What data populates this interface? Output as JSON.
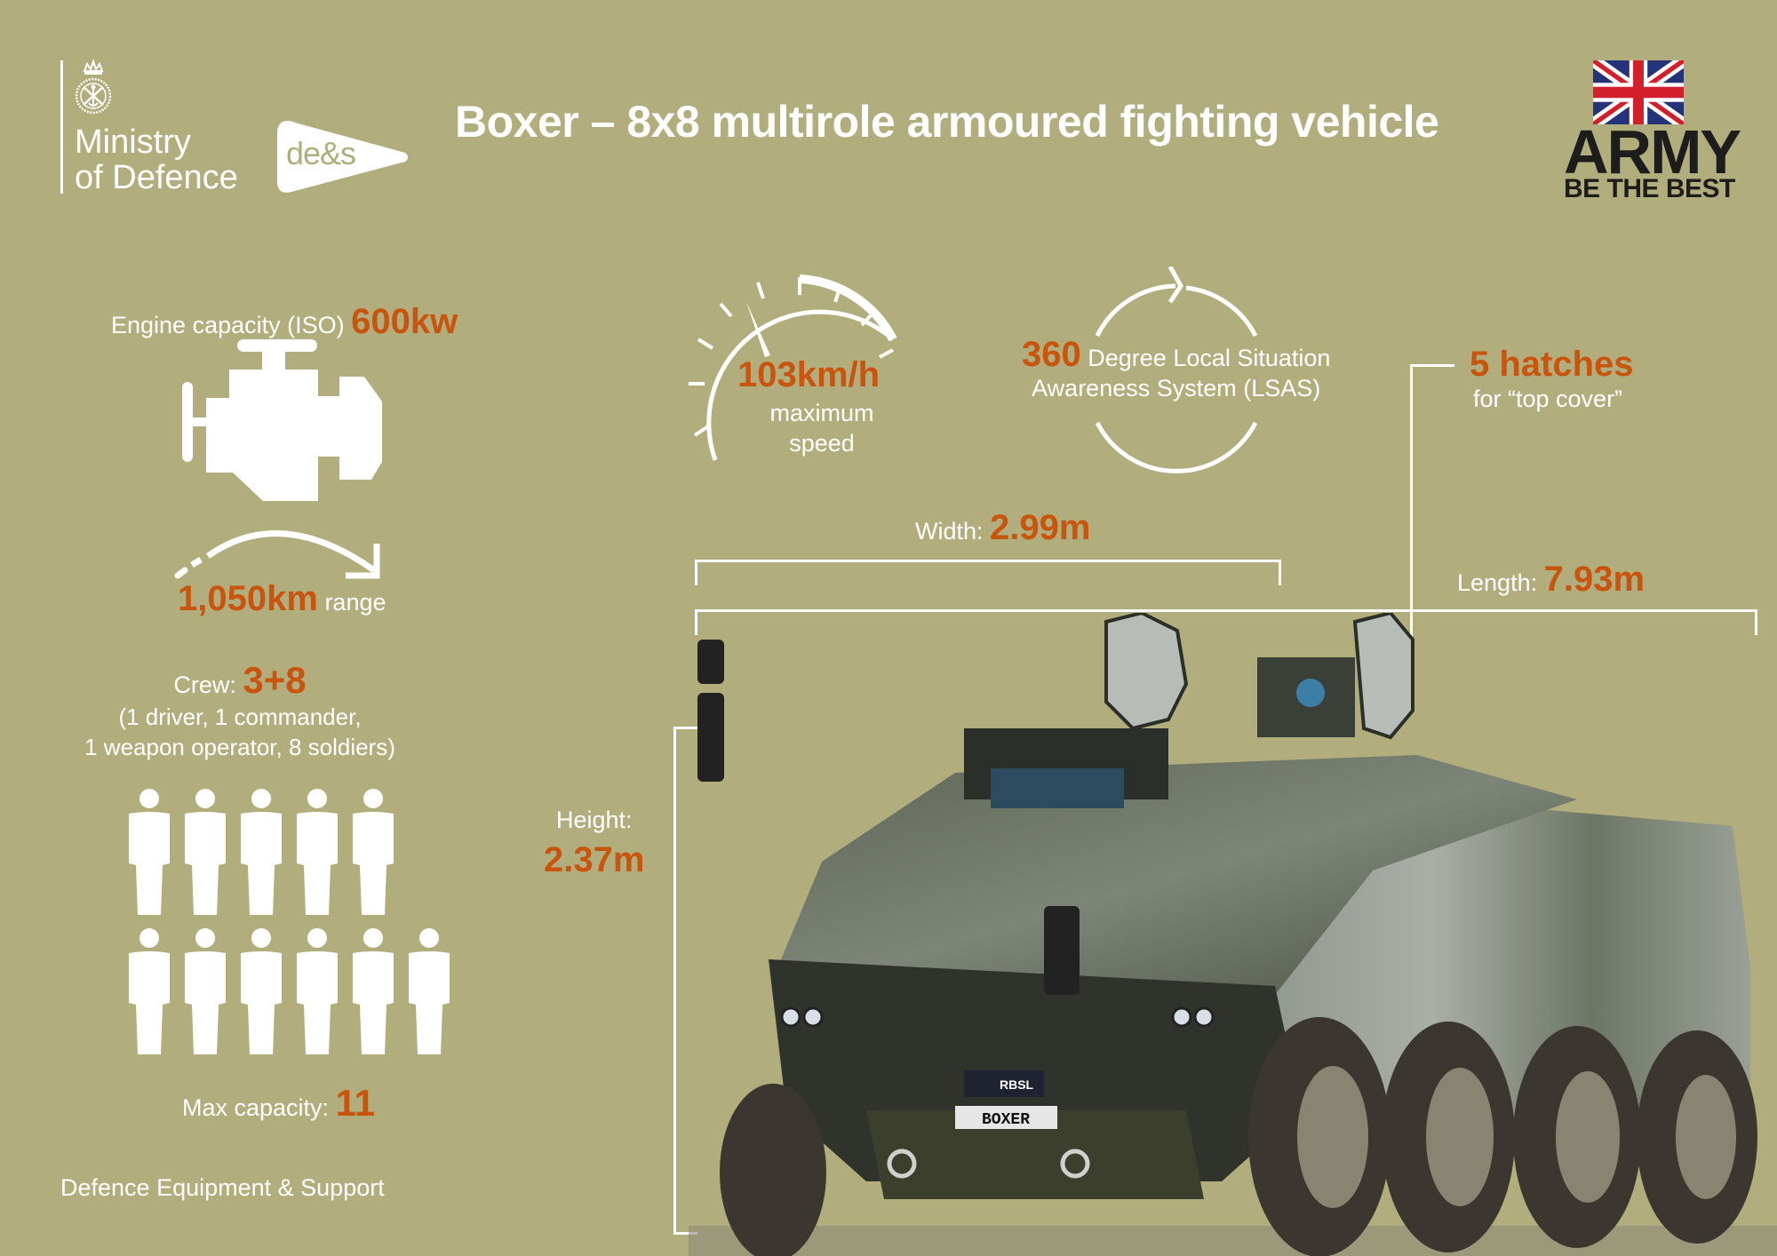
{
  "header": {
    "org_name_line1": "Ministry",
    "org_name_line2": "of Defence",
    "des_logo_text": "de&s",
    "title": "Boxer – 8x8 multirole armoured fighting vehicle",
    "army_word": "ARMY",
    "army_tagline": "BE THE BEST"
  },
  "engine": {
    "label": "Engine capacity (ISO)",
    "value": "600kw",
    "icon": "engine-icon"
  },
  "range": {
    "value": "1,050km",
    "label": "range",
    "icon": "curved-arrow-icon"
  },
  "crew": {
    "label": "Crew:",
    "value": "3+8",
    "detail_line1": "(1 driver, 1 commander,",
    "detail_line2": "1 weapon operator, 8 soldiers)",
    "icon": "person-icon",
    "row1_count": 5,
    "row2_count": 6
  },
  "capacity": {
    "label": "Max capacity:",
    "value": "11"
  },
  "footer": {
    "organisation": "Defence Equipment & Support"
  },
  "speed": {
    "value": "103km/h",
    "label_line1": "maximum",
    "label_line2": "speed",
    "icon": "speedometer-icon"
  },
  "lsas": {
    "value": "360",
    "label_line1": "Degree Local Situation",
    "label_line2": "Awareness System (LSAS)",
    "icon": "rotate-circle-icon"
  },
  "hatches": {
    "value": "5 hatches",
    "label": "for “top cover”"
  },
  "dimensions": {
    "width_label": "Width:",
    "width_value": "2.99m",
    "length_label": "Length:",
    "length_value": "7.93m",
    "height_label": "Height:",
    "height_value": "2.37m"
  },
  "vehicle": {
    "badge": "RBSL",
    "plate": "BOXER"
  },
  "colors": {
    "background": "#b1ad7c",
    "accent": "#c9540d",
    "text": "#ffffff",
    "army_text": "#1d1d1b"
  }
}
